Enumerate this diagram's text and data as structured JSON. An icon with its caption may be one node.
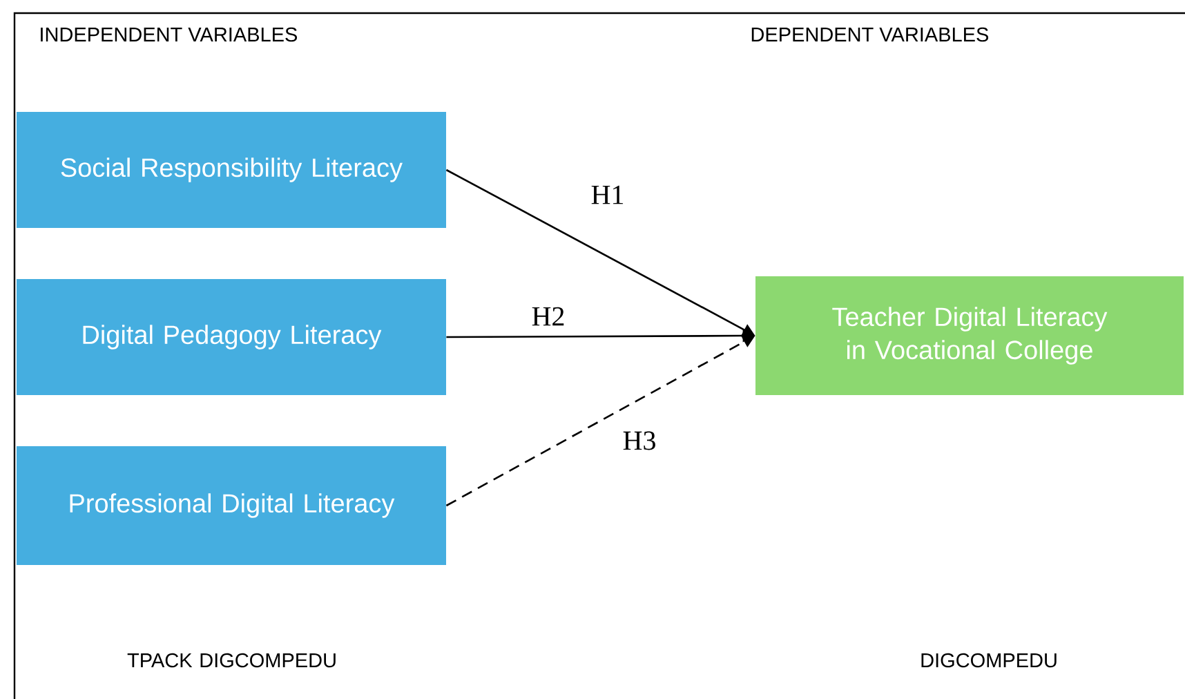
{
  "diagram": {
    "nodes": [
      {
        "text": [
          "Social Responsibility Literacy"
        ]
      },
      {
        "text": [
          "Digital Pedagogy Literacy"
        ]
      },
      {
        "text": [
          "Professional Digital Literacy"
        ]
      },
      {
        "text": [
          "Teacher Digital Literacy in Vocational College"
        ]
      }
    ],
    "edges": [
      {
        "from": 0,
        "to": 3,
        "arrow": "to",
        "label": "H1"
      },
      {
        "from": 1,
        "to": 3,
        "arrow": "to",
        "label": "H2"
      },
      {
        "from": 2,
        "to": 3,
        "arrow": "to",
        "label": "H3",
        "style": "dashed"
      }
    ],
    "labels": [
      "INDEPENDENT VARIABLES",
      "DEPENDENT VARIABLES",
      "TPACK DIGCOMPEDU",
      "DIGCOMPEDU"
    ]
  }
}
